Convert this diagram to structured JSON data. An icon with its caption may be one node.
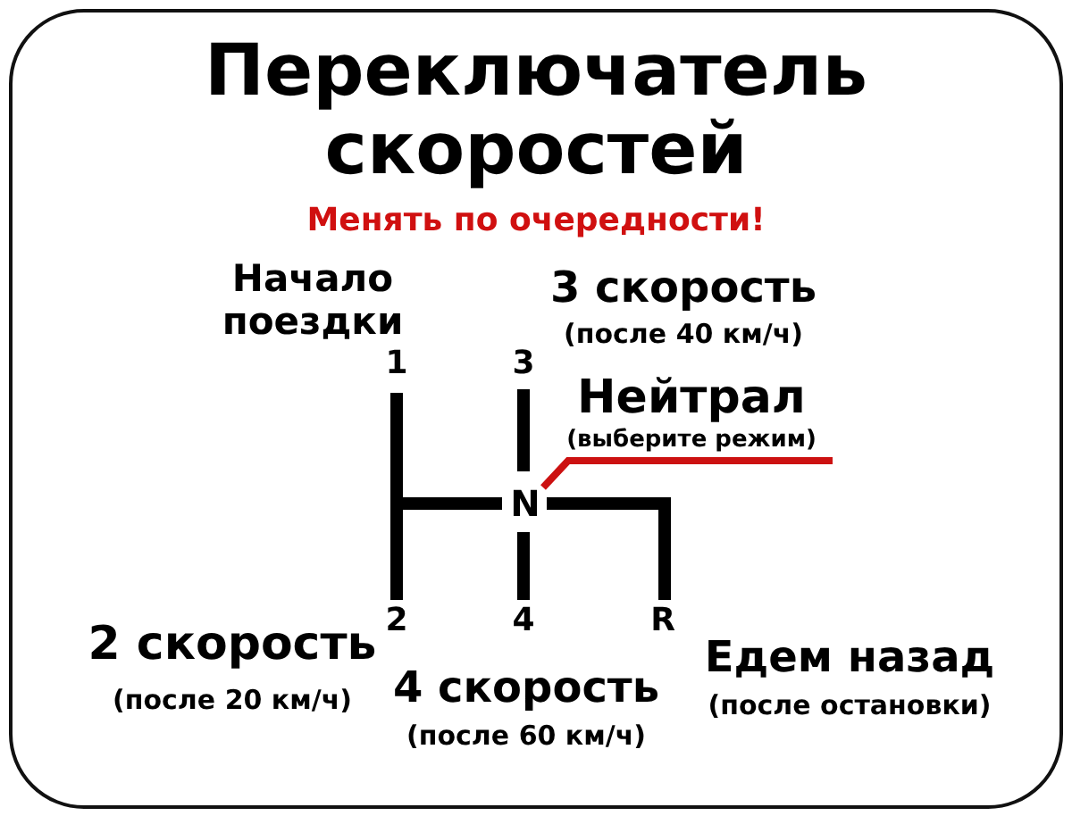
{
  "diagram": {
    "title": "Переключатель скоростей",
    "nodes": [
      {
        "text": [
          "Нейтрал",
          "(выберите режим)"
        ]
      },
      {
        "text": [
          "N"
        ]
      }
    ],
    "edges": [
      {
        "from": 0,
        "to": 1,
        "arrow": "none",
        "color": "#cc1111"
      }
    ],
    "labels": [
      "Менять по очередности!",
      "Начало поездки",
      "3 скорость",
      "(после 40 км/ч)",
      "1",
      "3",
      "2",
      "4",
      "R",
      "2 скорость",
      "(после 20 км/ч)",
      "4 скорость",
      "(после 60 км/ч)",
      "Едем назад",
      "(после остановки)"
    ]
  }
}
